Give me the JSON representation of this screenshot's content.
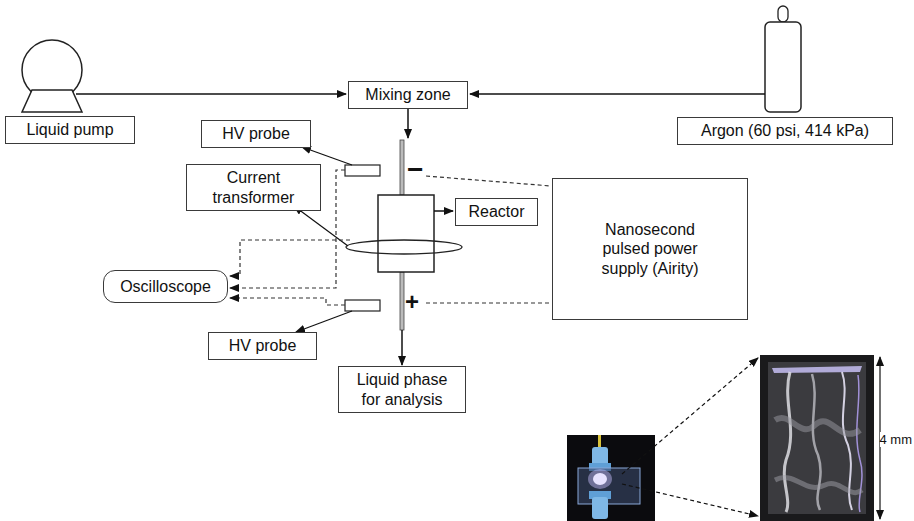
{
  "diagram": {
    "nodes": [
      {
        "text": [
          "Mixing zone"
        ]
      },
      {
        "text": [
          "Liquid pump"
        ]
      },
      {
        "text": [
          "Argon (60 psi, 414 kPa)"
        ]
      },
      {
        "text": [
          "HV probe"
        ]
      },
      {
        "text": [
          "Current transformer"
        ]
      },
      {
        "text": [
          "Reactor"
        ]
      },
      {
        "text": [
          "Nanosecond pulsed power supply (Airity)"
        ]
      },
      {
        "text": [
          "Oscilloscope"
        ]
      },
      {
        "text": [
          "HV probe"
        ]
      },
      {
        "text": [
          "Liquid phase for analysis"
        ]
      }
    ],
    "labels": [
      "−",
      "+",
      "4 mm"
    ]
  }
}
